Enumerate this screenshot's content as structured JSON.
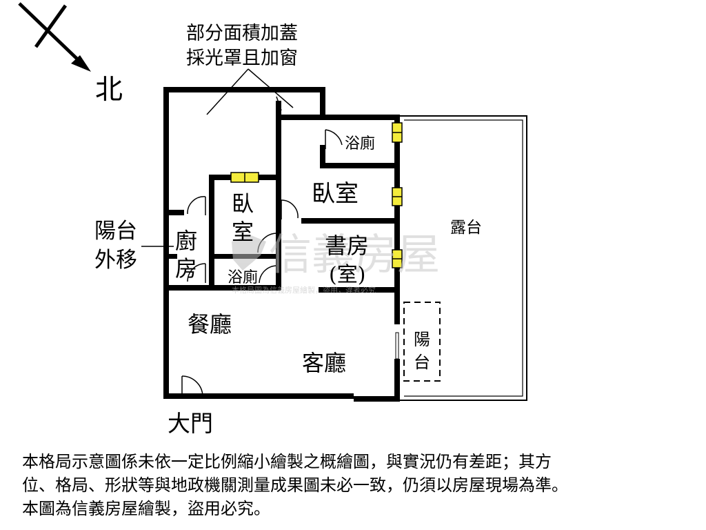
{
  "compass": {
    "north_label": "北"
  },
  "annotations": {
    "skylight_line1": "部分面積加蓋",
    "skylight_line2": "採光罩且加窗",
    "balcony_moved_line1": "陽台",
    "balcony_moved_line2": "外移"
  },
  "rooms": {
    "bath_top": "浴廁",
    "bedroom_main": "臥室",
    "bedroom_small_1": "臥",
    "bedroom_small_2": "室",
    "kitchen_1": "廚",
    "kitchen_2": "房",
    "bath_small": "浴廁",
    "study_1": "書房",
    "study_2": "(室)",
    "dining": "餐廳",
    "living": "客廳",
    "terrace": "露台",
    "balcony_1": "陽",
    "balcony_2": "台",
    "main_door": "大門"
  },
  "watermark": {
    "brand": "信義房屋",
    "notice": "本格局圖為信義房屋繪製，盜用，違者必究"
  },
  "disclaimer": {
    "line1": "本格局示意圖係未依一定比例縮小繪製之概繪圖，與實況仍有差距；其方",
    "line2": "位、格局、形狀等與地政機關測量成果圖未必一致，仍須以房屋現場為準。",
    "line3": "本圖為信義房屋繪製，盜用必究。"
  },
  "colors": {
    "wall": "#000000",
    "window_fill": "#f4ec3c",
    "watermark": "#c8c8c8"
  }
}
